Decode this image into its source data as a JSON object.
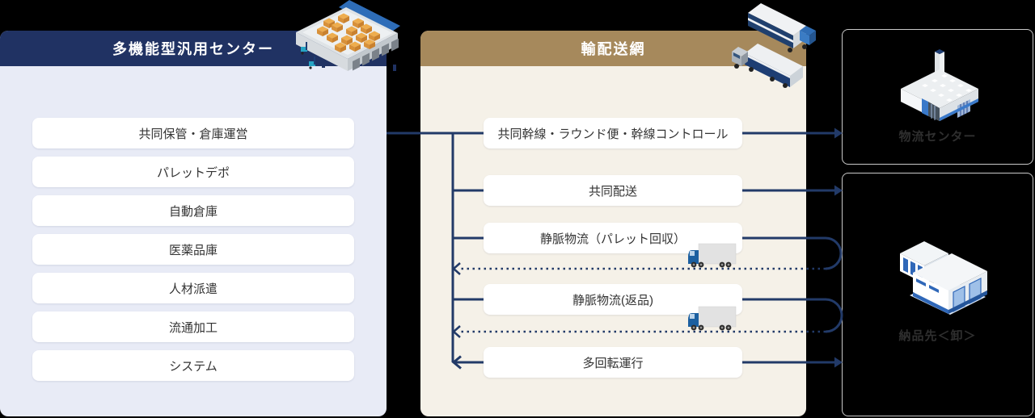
{
  "diagram": {
    "left_panel": {
      "title": "多機能型汎用センター",
      "items": [
        "共同保管・倉庫運営",
        "パレットデポ",
        "自動倉庫",
        "医薬品庫",
        "人材派遣",
        "流通加工",
        "システム"
      ]
    },
    "center_panel": {
      "title": "輸配送網",
      "items": [
        "共同幹線・ラウンド便・幹線コントロール",
        "共同配送",
        "静脈物流（パレット回収）",
        "静脈物流(返品)",
        "多回転運行"
      ]
    },
    "right_boxes": [
      {
        "label": "物流センター"
      },
      {
        "label": "納品先＜卸＞"
      }
    ],
    "icons": [
      "warehouse-icon",
      "trucks-icon",
      "truck-icon",
      "logistics-center-icon",
      "delivery-building-icon"
    ],
    "colors": {
      "background": "#000000",
      "left_header": "#203263",
      "left_body": "#e8ebf6",
      "center_header": "#a6895c",
      "center_body": "#f5f1e8",
      "connector": "#223a68",
      "box_border": "#c9c9c9",
      "box_label": "#2f2f2f"
    }
  }
}
